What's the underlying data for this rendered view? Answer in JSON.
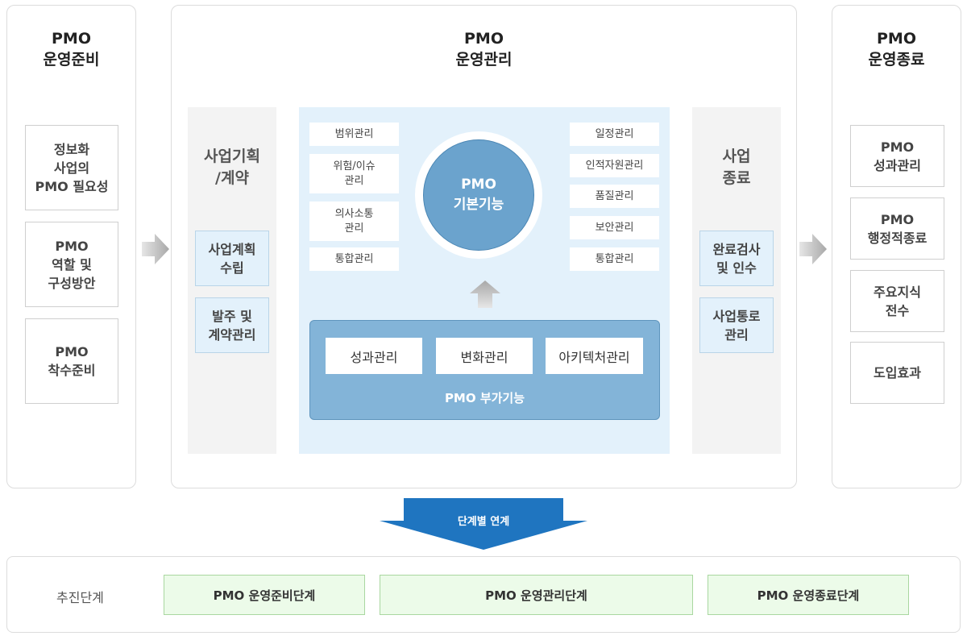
{
  "prep": {
    "title": [
      "PMO",
      "운영준비"
    ],
    "items": [
      [
        "정보화",
        "사업의",
        "PMO 필요성"
      ],
      [
        "PMO",
        "역할 및",
        "구성방안"
      ],
      [
        "PMO",
        "착수준비"
      ]
    ]
  },
  "mgmt": {
    "title": [
      "PMO",
      "운영관리"
    ],
    "planning": {
      "title": [
        "사업기획",
        "/계약"
      ],
      "items": [
        [
          "사업계획",
          "수립"
        ],
        [
          "발주 및",
          "계약관리"
        ]
      ]
    },
    "core": {
      "left_items": [
        [
          "범위관리"
        ],
        [
          "위험/이슈",
          "관리"
        ],
        [
          "의사소통",
          "관리"
        ],
        [
          "통합관리"
        ]
      ],
      "right_items": [
        "일정관리",
        "인적자원관리",
        "품질관리",
        "보안관리",
        "통합관리"
      ],
      "circle": [
        "PMO",
        "기본기능"
      ]
    },
    "addon": {
      "items": [
        "성과관리",
        "변화관리",
        "아키텍처관리"
      ],
      "label": "PMO 부가기능"
    },
    "closing": {
      "title": [
        "사업",
        "종료"
      ],
      "items": [
        [
          "완료검사",
          "및 인수"
        ],
        [
          "사업통로",
          "관리"
        ]
      ]
    }
  },
  "end": {
    "title": [
      "PMO",
      "운영종료"
    ],
    "items": [
      [
        "PMO",
        "성과관리"
      ],
      [
        "PMO",
        "행정적종료"
      ],
      [
        "주요지식",
        "전수"
      ],
      [
        "도입효과"
      ]
    ]
  },
  "link_label": "단계별 연계",
  "stages": {
    "label": "추진단계",
    "items": [
      "PMO 운영준비단계",
      "PMO 운영관리단계",
      "PMO 운영종료단계"
    ]
  },
  "colors": {
    "panel_border": "#dcdcdc",
    "gray_column": "#f3f3f3",
    "light_blue": "#e3f1fb",
    "circle_blue": "#6ba3cd",
    "addon_blue": "#83b4d8",
    "link_arrow": "#1f75c0",
    "stage_green": "#ecfbe9"
  }
}
